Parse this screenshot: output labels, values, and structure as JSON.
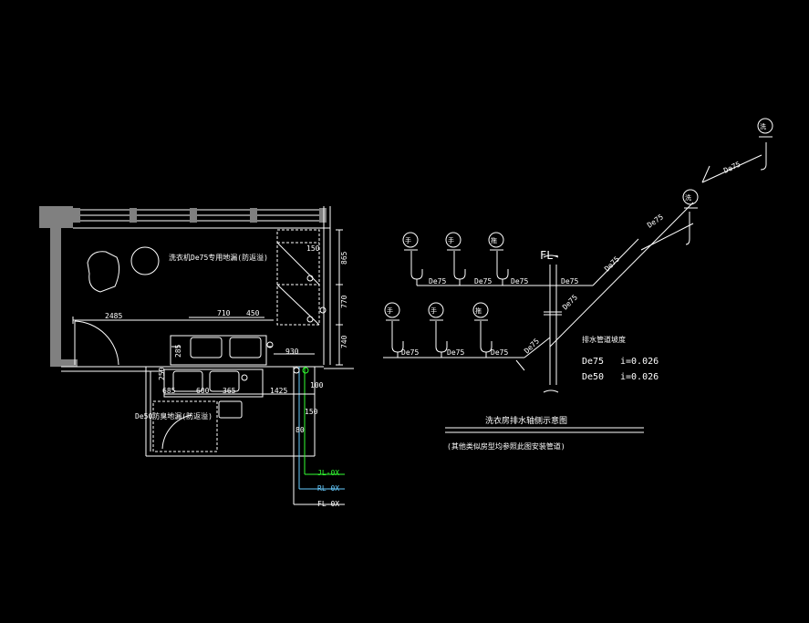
{
  "colors": {
    "background": "#000000",
    "line": "#ffffff",
    "wall": "#808080",
    "green": "#33ff33",
    "cyan": "#66ccff"
  },
  "plan": {
    "label_de75": "洗衣机De75专用地漏(防返溢)",
    "label_de50": "De50防臭地漏(防返溢)",
    "dims": {
      "d2485": "2485",
      "d710": "710",
      "d450": "450",
      "d285": "285",
      "d930": "930",
      "d250": "250",
      "d685": "685",
      "d600": "600",
      "d365": "365",
      "d1425": "1425",
      "d100": "100",
      "d150a": "150",
      "d150b": "150",
      "d80": "80",
      "d865": "865",
      "d770": "770",
      "d740": "740"
    },
    "pipes": {
      "jl": "JL-0X",
      "rl": "RL-0X",
      "fl": "FL-0X"
    }
  },
  "iso": {
    "fl_label": "FL-",
    "pipe_labels": [
      "De75",
      "De75",
      "De75",
      "De75",
      "De75",
      "De75",
      "De75",
      "De75",
      "De75",
      "De75",
      "De75",
      "De75"
    ],
    "fixtures": {
      "f1": "手",
      "f2": "手",
      "f3": "拖",
      "f4": "手",
      "f5": "手",
      "f6": "拖",
      "f7": "洗",
      "f8": "洗"
    },
    "slope_title": "排水管道坡度",
    "slope_rows": [
      {
        "size": "De75",
        "slope": "i=0.026"
      },
      {
        "size": "De50",
        "slope": "i=0.026"
      }
    ],
    "title": "洗衣房排水轴侧示意图",
    "subtitle": "(其他类似房型均参照此图安装管道)"
  }
}
